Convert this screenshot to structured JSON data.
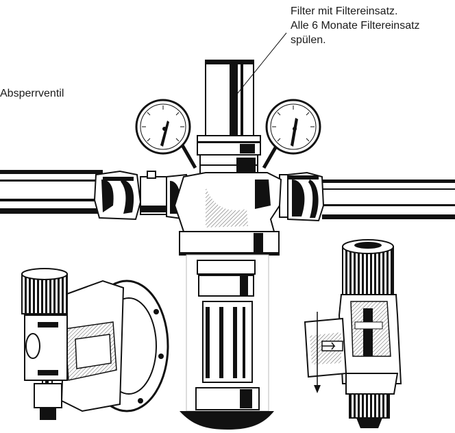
{
  "annotations": {
    "shutoff_valve": "Absperrventil",
    "filter_line1": "Filter mit Filtereinsatz.",
    "filter_line2": "Alle 6 Monate Filtereinsatz",
    "filter_line3": "spülen."
  },
  "colors": {
    "ink": "#111111",
    "background": "#ffffff",
    "grey": "#9a9a9a"
  },
  "icons": [
    "pressure-gauge-icon",
    "filter-housing-icon",
    "butterfly-valve-icon",
    "pressure-reducer-icon"
  ]
}
